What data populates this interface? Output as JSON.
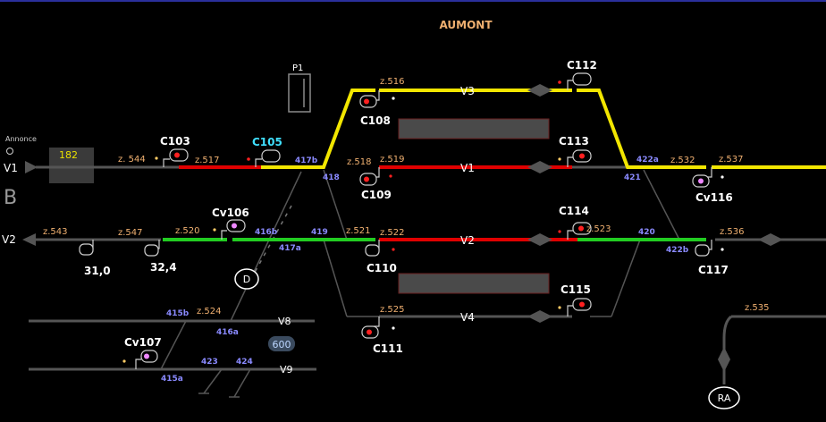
{
  "station": {
    "name": "AUMONT"
  },
  "annonce": {
    "label": "Annonce"
  },
  "tracks": {
    "v1": "V1",
    "v2": "V2",
    "v3": "V3",
    "v4": "V4",
    "v8": "V8",
    "v9": "V9",
    "b": "B"
  },
  "train_counter": {
    "value": "182"
  },
  "signals": {
    "c103": "C103",
    "c105": "C105",
    "cv106": "Cv106",
    "cv107": "Cv107",
    "c108": "C108",
    "c109": "C109",
    "c110": "C110",
    "c111": "C111",
    "c112": "C112",
    "c113": "C113",
    "c114": "C114",
    "c115": "C115",
    "cv116": "Cv116",
    "c117": "C117",
    "m310": "31,0",
    "m324": "32,4"
  },
  "zones": {
    "z544": "z. 544",
    "z517": "z.517",
    "z518": "z.518",
    "z519": "z.519",
    "z516": "z.516",
    "z543": "z.543",
    "z547": "z.547",
    "z520": "z.520",
    "z521": "z.521",
    "z522": "z.522",
    "z523": "z.523",
    "z525": "z.525",
    "z524": "z.524",
    "z532": "z.532",
    "z537": "z.537",
    "z536": "z.536",
    "z535": "z.535"
  },
  "circuits": {
    "c417b": "417b",
    "c418": "418",
    "c416b": "416b",
    "c417a": "417a",
    "c419": "419",
    "c420": "420",
    "c421": "421",
    "c422a": "422a",
    "c422b": "422b",
    "c415b": "415b",
    "c416a": "416a",
    "c423": "423",
    "c424": "424",
    "c415a": "415a"
  },
  "buttons": {
    "d": "D",
    "ra": "RA",
    "p1": "P1",
    "block600": "600"
  },
  "colors": {
    "yellow_route": "#f2e600",
    "red_occupied": "#e00000",
    "green_set": "#22cc22",
    "track_idle": "#555555",
    "platform": "#4a4a4a",
    "title": "#f0b070",
    "circuit": "#8a8aff",
    "background": "#000000"
  }
}
